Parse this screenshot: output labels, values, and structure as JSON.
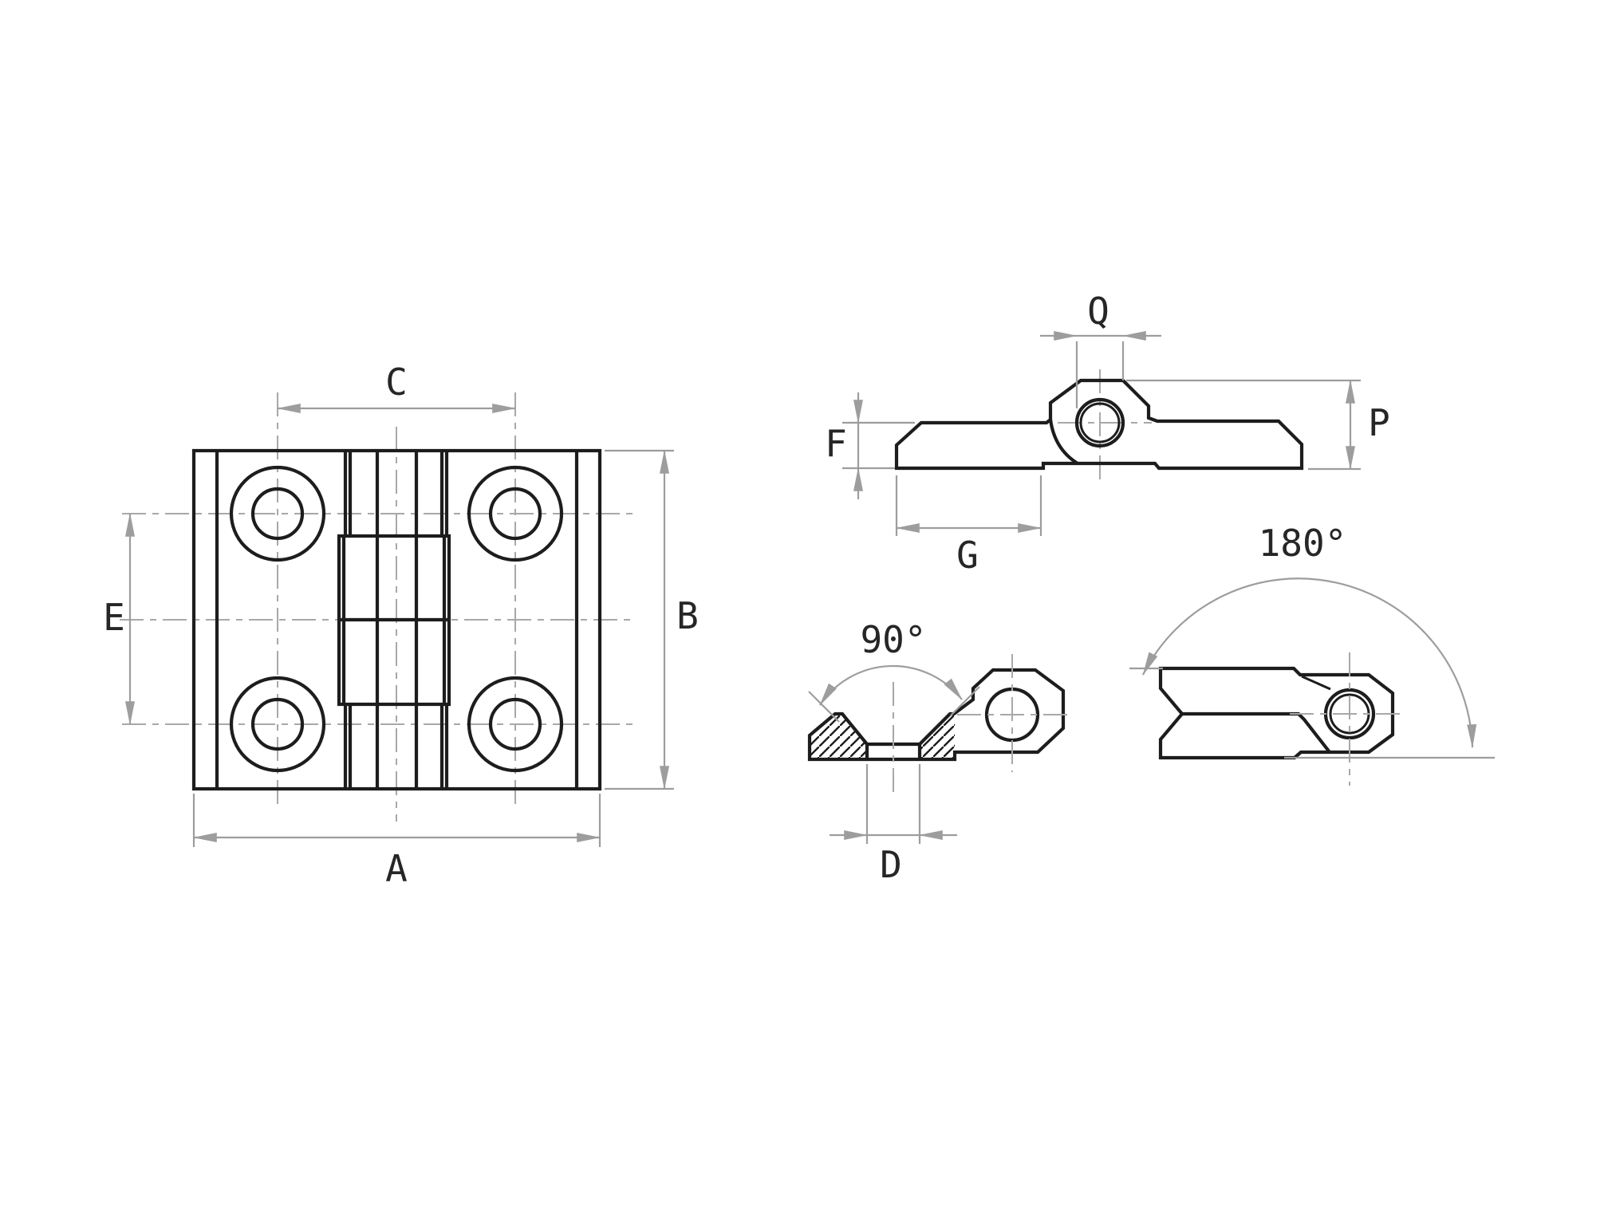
{
  "drawing": {
    "title": "hinge technical drawing",
    "colors": {
      "outline": "#1d1d1d",
      "dimension_lines": "#9d9d9d",
      "centerlines": "#a8a8a8",
      "labels": "#262626",
      "background": "#ffffff"
    },
    "views": {
      "front": {
        "name": "front-view",
        "labels": {
          "width_overall": "A",
          "height_overall": "B",
          "hole_spacing_horizontal": "C",
          "hole_spacing_vertical": "E"
        }
      },
      "side": {
        "name": "side-profile-view",
        "labels": {
          "leaf_thickness": "F",
          "leaf_length": "G",
          "knuckle_height": "P",
          "pin_hole_width": "Q"
        }
      },
      "countersink": {
        "name": "countersink-section-view",
        "labels": {
          "countersink_angle": "90°",
          "hole_diameter": "D"
        }
      },
      "folded": {
        "name": "folded-open-view",
        "labels": {
          "opening_angle": "180°"
        }
      }
    }
  }
}
